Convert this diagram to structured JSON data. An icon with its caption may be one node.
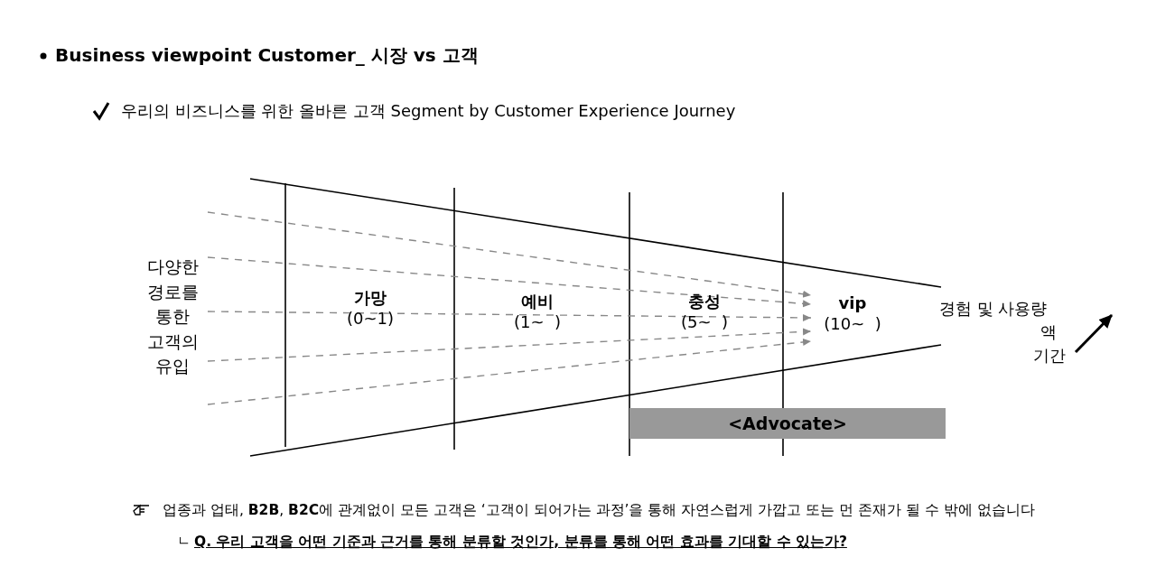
{
  "diagram": {
    "title": "Business viewpoint Customer_ 시장 vs 고객",
    "nodes": [
      {
        "text": [
          "다양한 경로를 통한 고객의 유입"
        ]
      },
      {
        "text": [
          "가망",
          "(0~1)"
        ]
      },
      {
        "text": [
          "예비",
          "(1~  )"
        ]
      },
      {
        "text": [
          "충성",
          "(5~  )"
        ]
      },
      {
        "text": [
          "vip",
          "(10~  )"
        ]
      },
      {
        "text": [
          "<Advocate>"
        ]
      }
    ],
    "edges": [
      {
        "from": 0,
        "to": 4,
        "arrow": "to",
        "style": "dashed"
      },
      {
        "from": 0,
        "to": 4,
        "arrow": "to",
        "style": "dashed"
      },
      {
        "from": 0,
        "to": 4,
        "arrow": "to",
        "style": "dashed"
      },
      {
        "from": 0,
        "to": 4,
        "arrow": "to",
        "style": "dashed"
      },
      {
        "from": 0,
        "to": 4,
        "arrow": "to",
        "style": "dashed"
      }
    ],
    "labels": [
      "우리의 비즈니스를 위한 올바른 고객 Segment by Customer Experience Journey",
      "경험 및 사용량",
      "액",
      "기간",
      "업종과 업태, **B2B**, **B2C**에 관계없이 모든 고객은 ‘고객이 되어가는 과정’을 통해 자연스럽게 가깝고 또는 먼 존재가 될 수 밖에 없습니다",
      "ㄴ",
      "Q. 우리 고객을 어떤 기준과 근거를 통해 분류할 것인가, 분류를 통해 어떤 효과를 기대할 수 있는가?"
    ]
  }
}
